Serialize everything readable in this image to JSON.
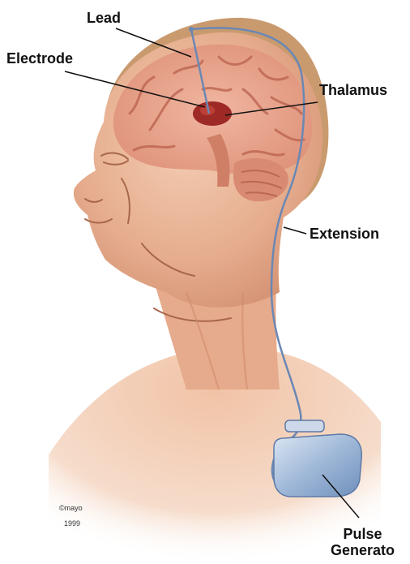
{
  "labels": {
    "lead": "Lead",
    "electrode": "Electrode",
    "thalamus": "Thalamus",
    "extension": "Extension",
    "pulse_generator": [
      "Pulse",
      "Generato"
    ]
  },
  "credit": {
    "copyright": "©mayo",
    "year": "1999"
  },
  "colors": {
    "skin": "#e9b497",
    "skin_light": "#f6d6c1",
    "brain": "#e8a08a",
    "brain_dark": "#c6604d",
    "thalamus": "#9e2a26",
    "hair": "#c99a6e",
    "wire": "#6b88b4",
    "device": "#9bb4d4",
    "ink": "#111111"
  }
}
